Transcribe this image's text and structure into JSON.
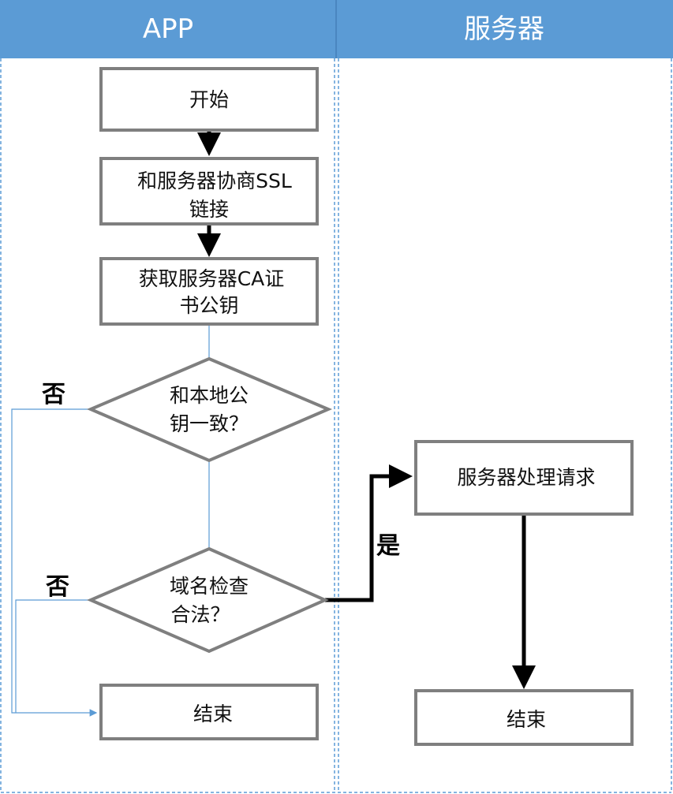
{
  "lanes": {
    "app": "APP",
    "server": "服务器"
  },
  "nodes": {
    "start": "开始",
    "negotiate_line1": "和服务器协商SSL",
    "negotiate_line2": "链接",
    "getkey_line1": "获取服务器CA证",
    "getkey_line2": "书公钥",
    "match_line1": "和本地公",
    "match_line2": "钥一致？",
    "domain_line1": "域名检查",
    "domain_line2": "合法？",
    "end_app": "结束",
    "process": "服务器处理请求",
    "end_server": "结束"
  },
  "labels": {
    "no_match": "否",
    "no_domain": "否",
    "yes_domain": "是"
  },
  "colors": {
    "header": "#5b9bd5",
    "box_border": "#7f7f7f",
    "thin_line": "#5b9bd5",
    "arrow": "#000000"
  }
}
